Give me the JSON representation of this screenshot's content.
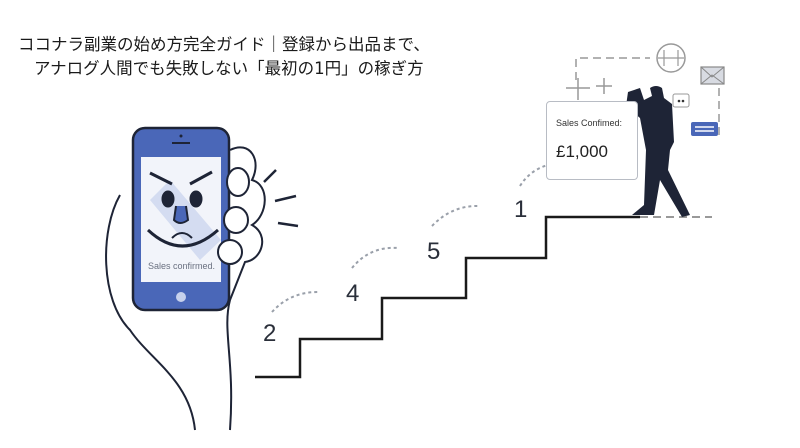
{
  "title": {
    "line1": "ココナラ副業の始め方完全ガイド｜登録から出品まで、",
    "line2": "アナログ人間でも失敗しない「最初の1円」の稼ぎ方"
  },
  "phone": {
    "screen_text": "Sales confirmed."
  },
  "card": {
    "caption": "Sales Confimed:",
    "amount": "£1,000"
  },
  "steps": [
    "2",
    "4",
    "5",
    "1"
  ],
  "colors": {
    "accent": "#4a67b8",
    "dark": "#1e2436",
    "stair": "#1a1a1a"
  }
}
